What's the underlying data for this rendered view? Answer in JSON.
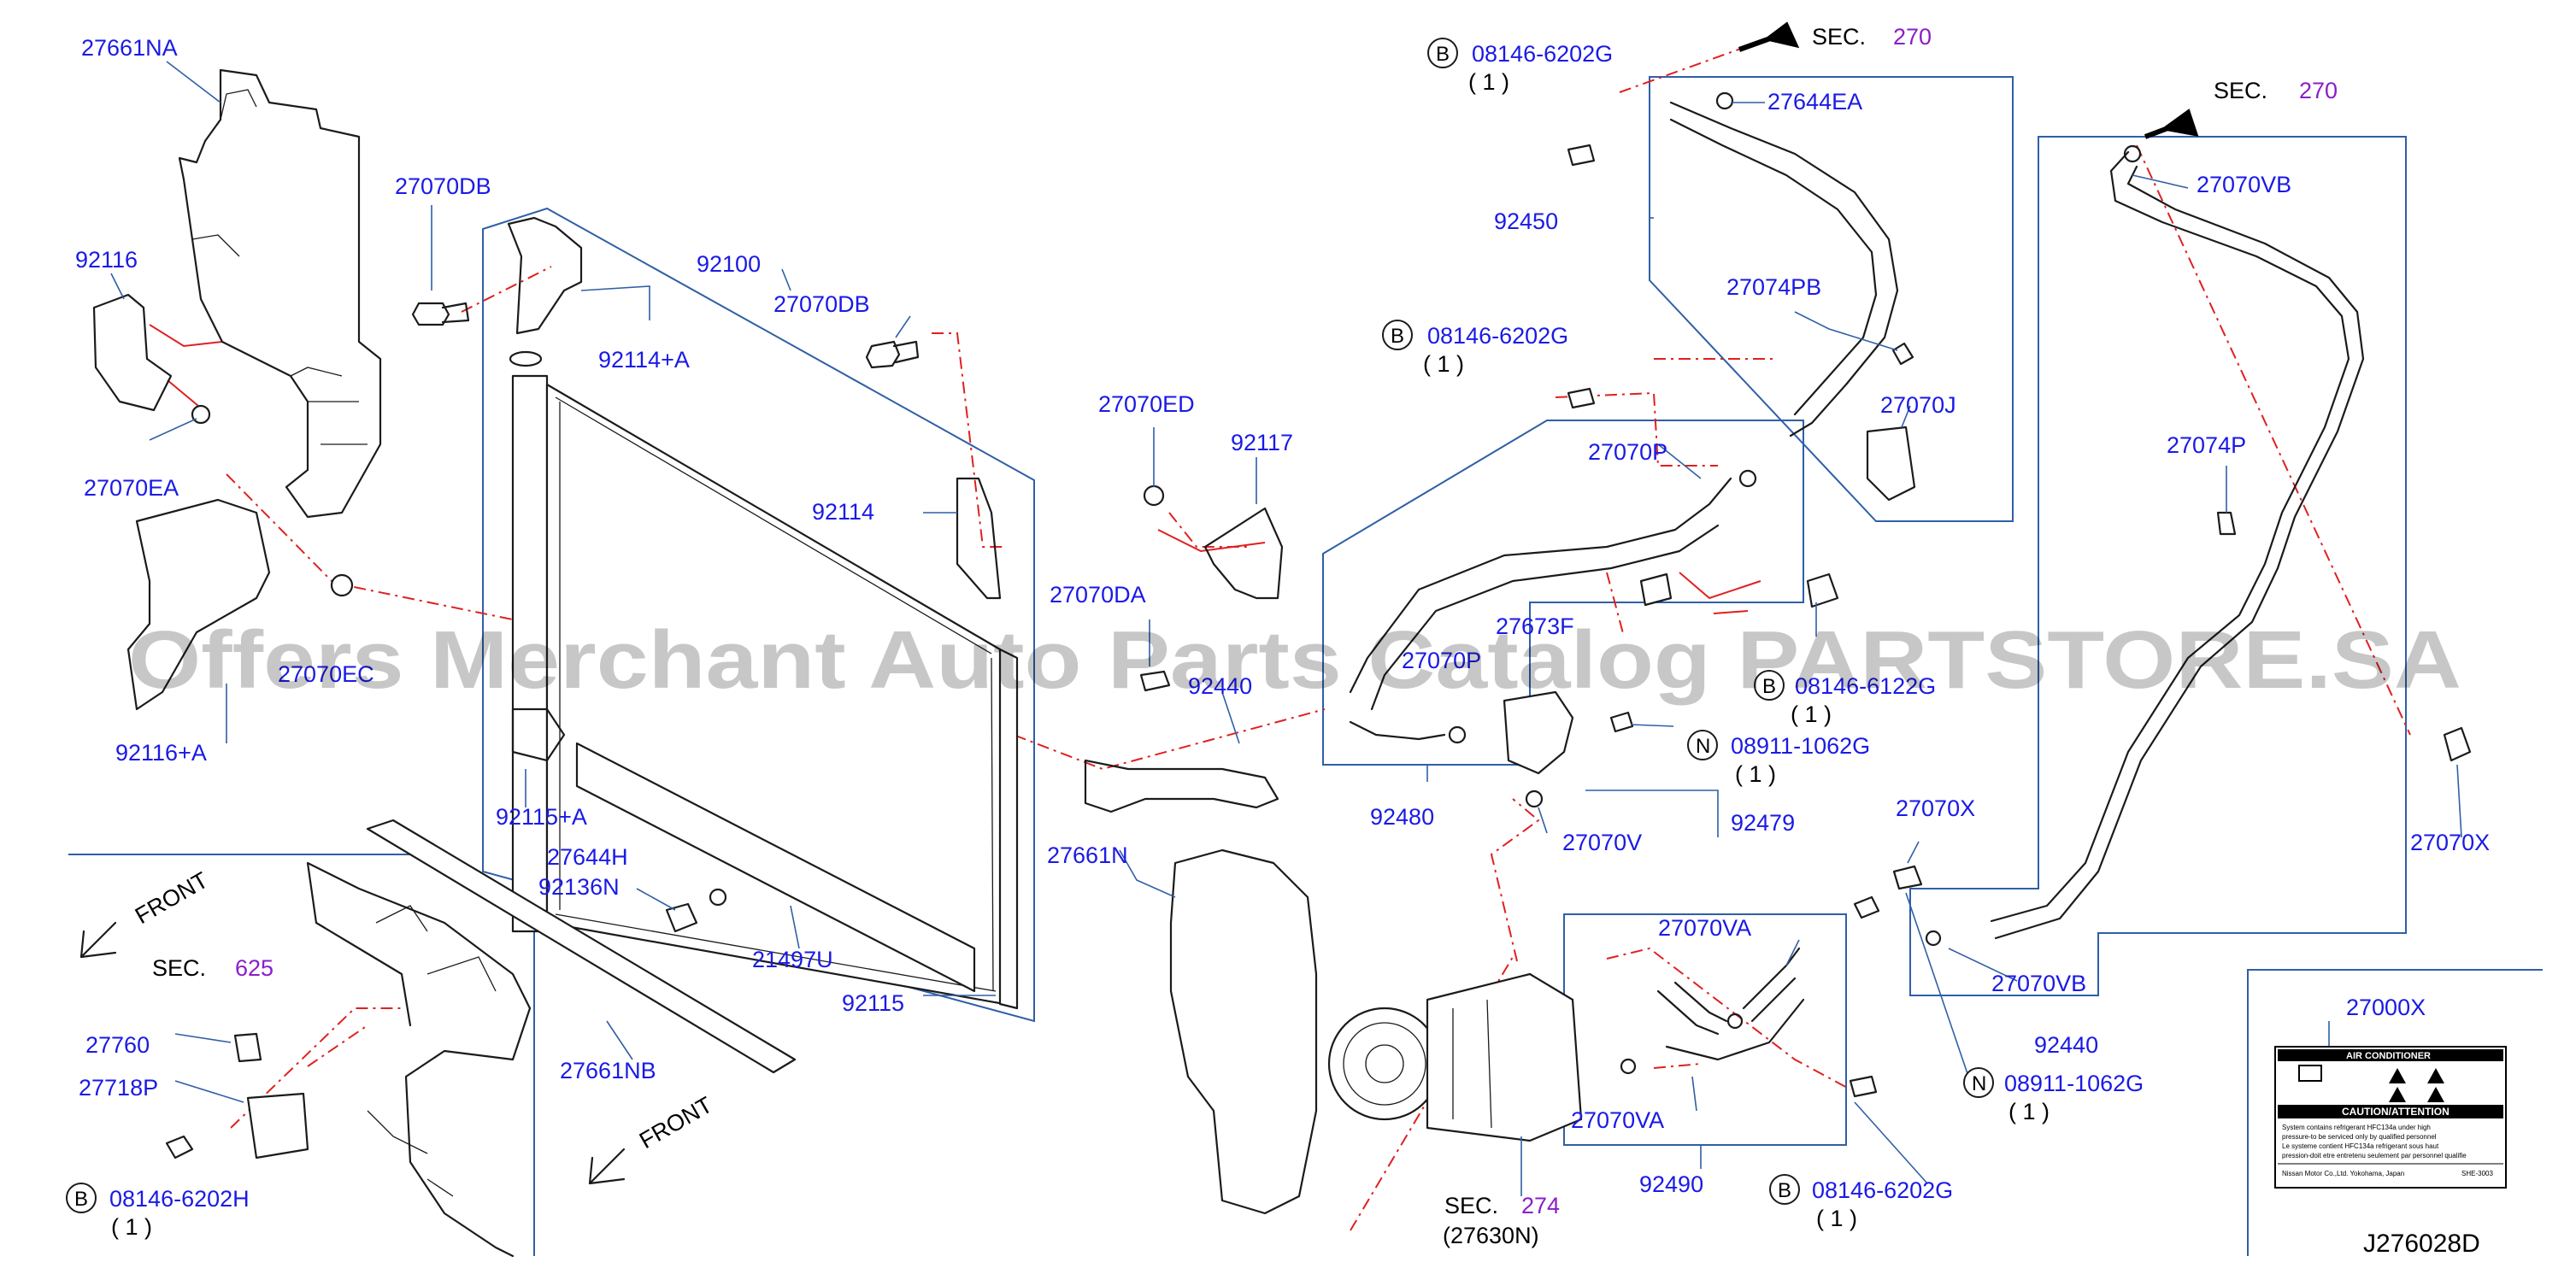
{
  "diagram_id": "J276028D",
  "watermark": "Offers Merchant Auto Parts Catalog PARTSTORE.SA",
  "section_refs": [
    {
      "sec": "SEC.",
      "num": "270"
    },
    {
      "sec": "SEC.",
      "num": "270"
    },
    {
      "sec": "SEC.",
      "num": "625"
    },
    {
      "sec": "SEC.",
      "num": "274"
    }
  ],
  "sec_274_sub": "(27630N)",
  "front_label": "FRONT",
  "labels": {
    "p27661NA": "27661NA",
    "p92116": "92116",
    "p27070EA": "27070EA",
    "p27070EC": "27070EC",
    "p92116A": "92116+A",
    "p27070DB_a": "27070DB",
    "p92100": "92100",
    "p27070DB_b": "27070DB",
    "p92114A": "92114+A",
    "p92114": "92114",
    "p92115A": "92115+A",
    "p27644H": "27644H",
    "p92136N": "92136N",
    "p21497U": "21497U",
    "p92115": "92115",
    "p27661NB": "27661NB",
    "p27760": "27760",
    "p27718P": "27718P",
    "p27070ED": "27070ED",
    "p92117": "92117",
    "p27070DA": "27070DA",
    "p92440_mid": "92440",
    "p27661N": "27661N",
    "p27644EA": "27644EA",
    "p92450": "92450",
    "p27074PB": "27074PB",
    "p27070J": "27070J",
    "p27070P_a": "27070P",
    "p27673F": "27673F",
    "p27070P_b": "27070P",
    "p92480": "92480",
    "p92479": "92479",
    "p27070V": "27070V",
    "p27070VA_a": "27070VA",
    "p27070VA_b": "27070VA",
    "p92490": "92490",
    "p27070VB_a": "27070VB",
    "p27074P": "27074P",
    "p27070X_a": "27070X",
    "p27070X_b": "27070X",
    "p27070VB_b": "27070VB",
    "p92440": "92440",
    "p27000X": "27000X"
  },
  "bolt_refs": [
    {
      "letter": "B",
      "code": "08146-6202G",
      "qty": "( 1 )"
    },
    {
      "letter": "B",
      "code": "08146-6202G",
      "qty": "( 1 )"
    },
    {
      "letter": "B",
      "code": "08146-6122G",
      "qty": "( 1 )"
    },
    {
      "letter": "N",
      "code": "08911-1062G",
      "qty": "( 1 )"
    },
    {
      "letter": "N",
      "code": "08911-1062G",
      "qty": "( 1 )"
    },
    {
      "letter": "B",
      "code": "08146-6202G",
      "qty": "( 1 )"
    },
    {
      "letter": "B",
      "code": "08146-6202H",
      "qty": "( 1 )"
    }
  ],
  "placard": {
    "title": "AIR CONDITIONER",
    "caution": "CAUTION/ATTENTION",
    "line1": "System contains refrigerant HFC134a under high",
    "line2": "pressure-to be serviced only by qualified personnel",
    "line3": "Le systeme contient HFC134a refrigerant sous haut",
    "line4": "pression-doit etre entretenu seulement par personnel qualifie",
    "maker": "Nissan Motor Co.,Ltd. Yokohama, Japan",
    "codes": "SHE-3003",
    "tick_mark": "🕮"
  }
}
